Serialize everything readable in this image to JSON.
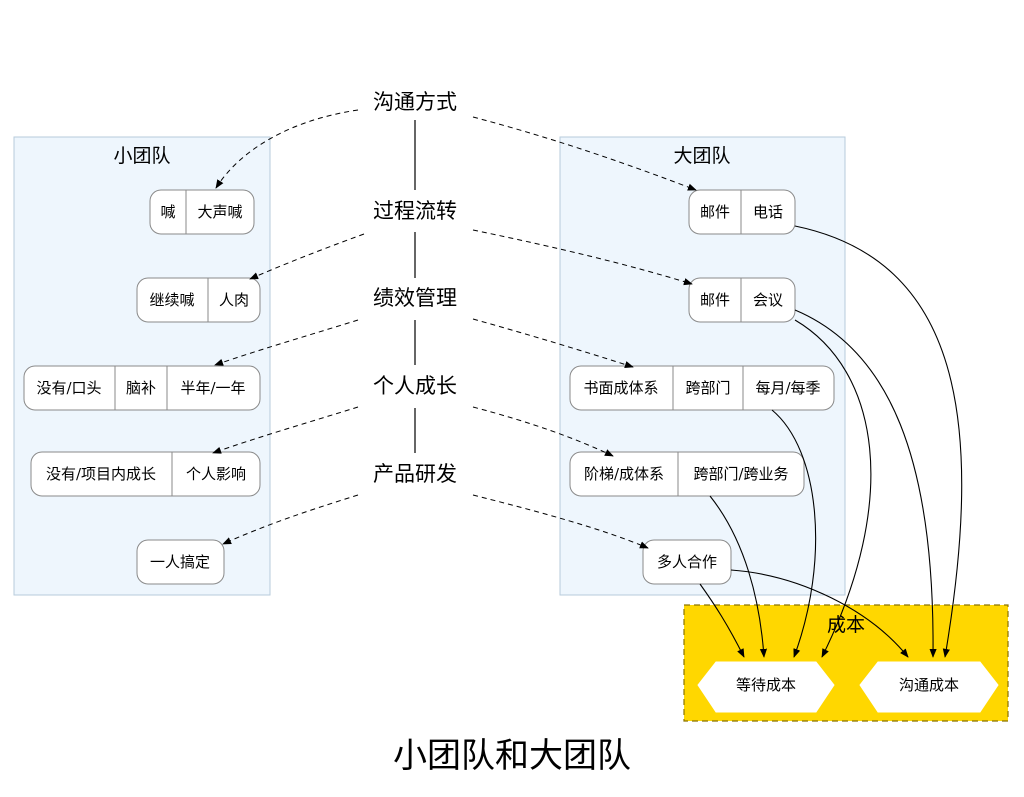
{
  "title": "小团队和大团队",
  "clusters": {
    "small": "小团队",
    "large": "大团队",
    "cost": "成本"
  },
  "center_nodes": [
    "沟通方式",
    "过程流转",
    "绩效管理",
    "个人成长",
    "产品研发"
  ],
  "small_nodes": [
    [
      "喊",
      "大声喊"
    ],
    [
      "继续喊",
      "人肉"
    ],
    [
      "没有/口头",
      "脑补",
      "半年/一年"
    ],
    [
      "没有/项目内成长",
      "个人影响"
    ],
    [
      "一人搞定"
    ]
  ],
  "large_nodes": [
    [
      "邮件",
      "电话"
    ],
    [
      "邮件",
      "会议"
    ],
    [
      "书面成体系",
      "跨部门",
      "每月/每季"
    ],
    [
      "阶梯/成体系",
      "跨部门/跨业务"
    ],
    [
      "多人合作"
    ]
  ],
  "cost_nodes": [
    "等待成本",
    "沟通成本"
  ],
  "colors": {
    "cluster_fill": "#eef6fd",
    "cost_fill": "#ffd700"
  }
}
